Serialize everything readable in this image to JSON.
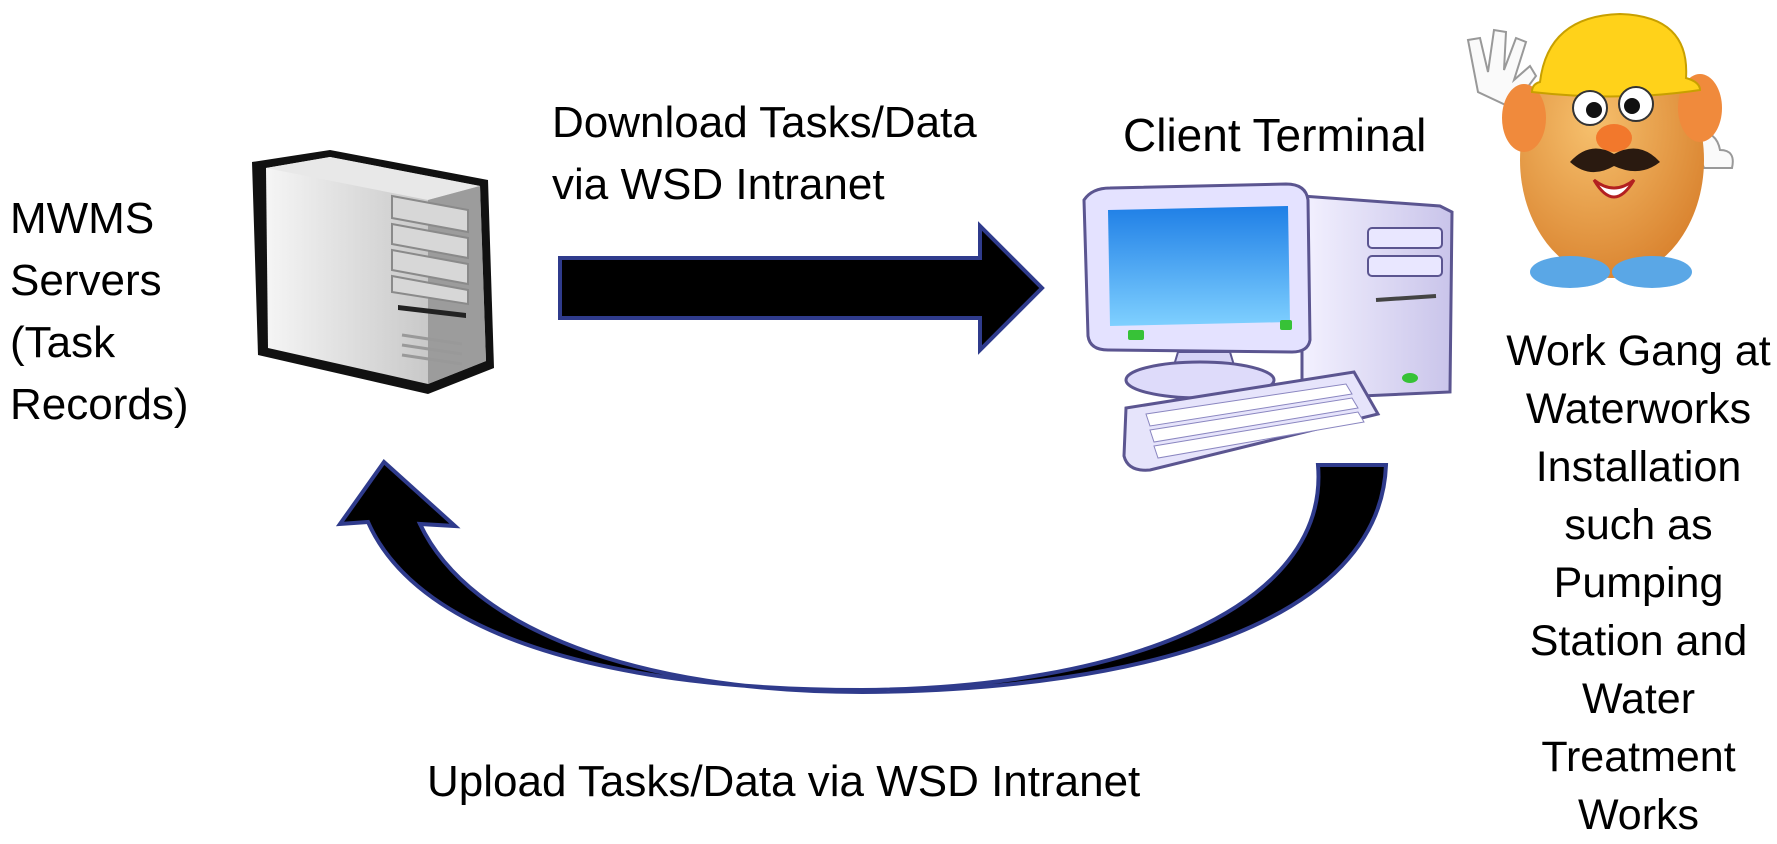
{
  "server": {
    "label": "MWMS\nServers\n(Task\nRecords)",
    "icon": "server-tower-icon"
  },
  "download": {
    "label": "Download Tasks/Data\nvia WSD Intranet"
  },
  "client": {
    "label": "Client Terminal",
    "icon": "desktop-computer-icon"
  },
  "upload": {
    "label": "Upload Tasks/Data via WSD Intranet"
  },
  "work_gang": {
    "label": "Work Gang at\nWaterworks\nInstallation\nsuch as\nPumping\nStation and\nWater\nTreatment\nWorks",
    "icon": "potato-head-worker-icon"
  },
  "colors": {
    "arrow_fill": "#000000",
    "arrow_outline": "#2f3b8c",
    "screen": "#2d8ff0",
    "hard_hat": "#ffd21a",
    "potato": "#e9a24a"
  }
}
